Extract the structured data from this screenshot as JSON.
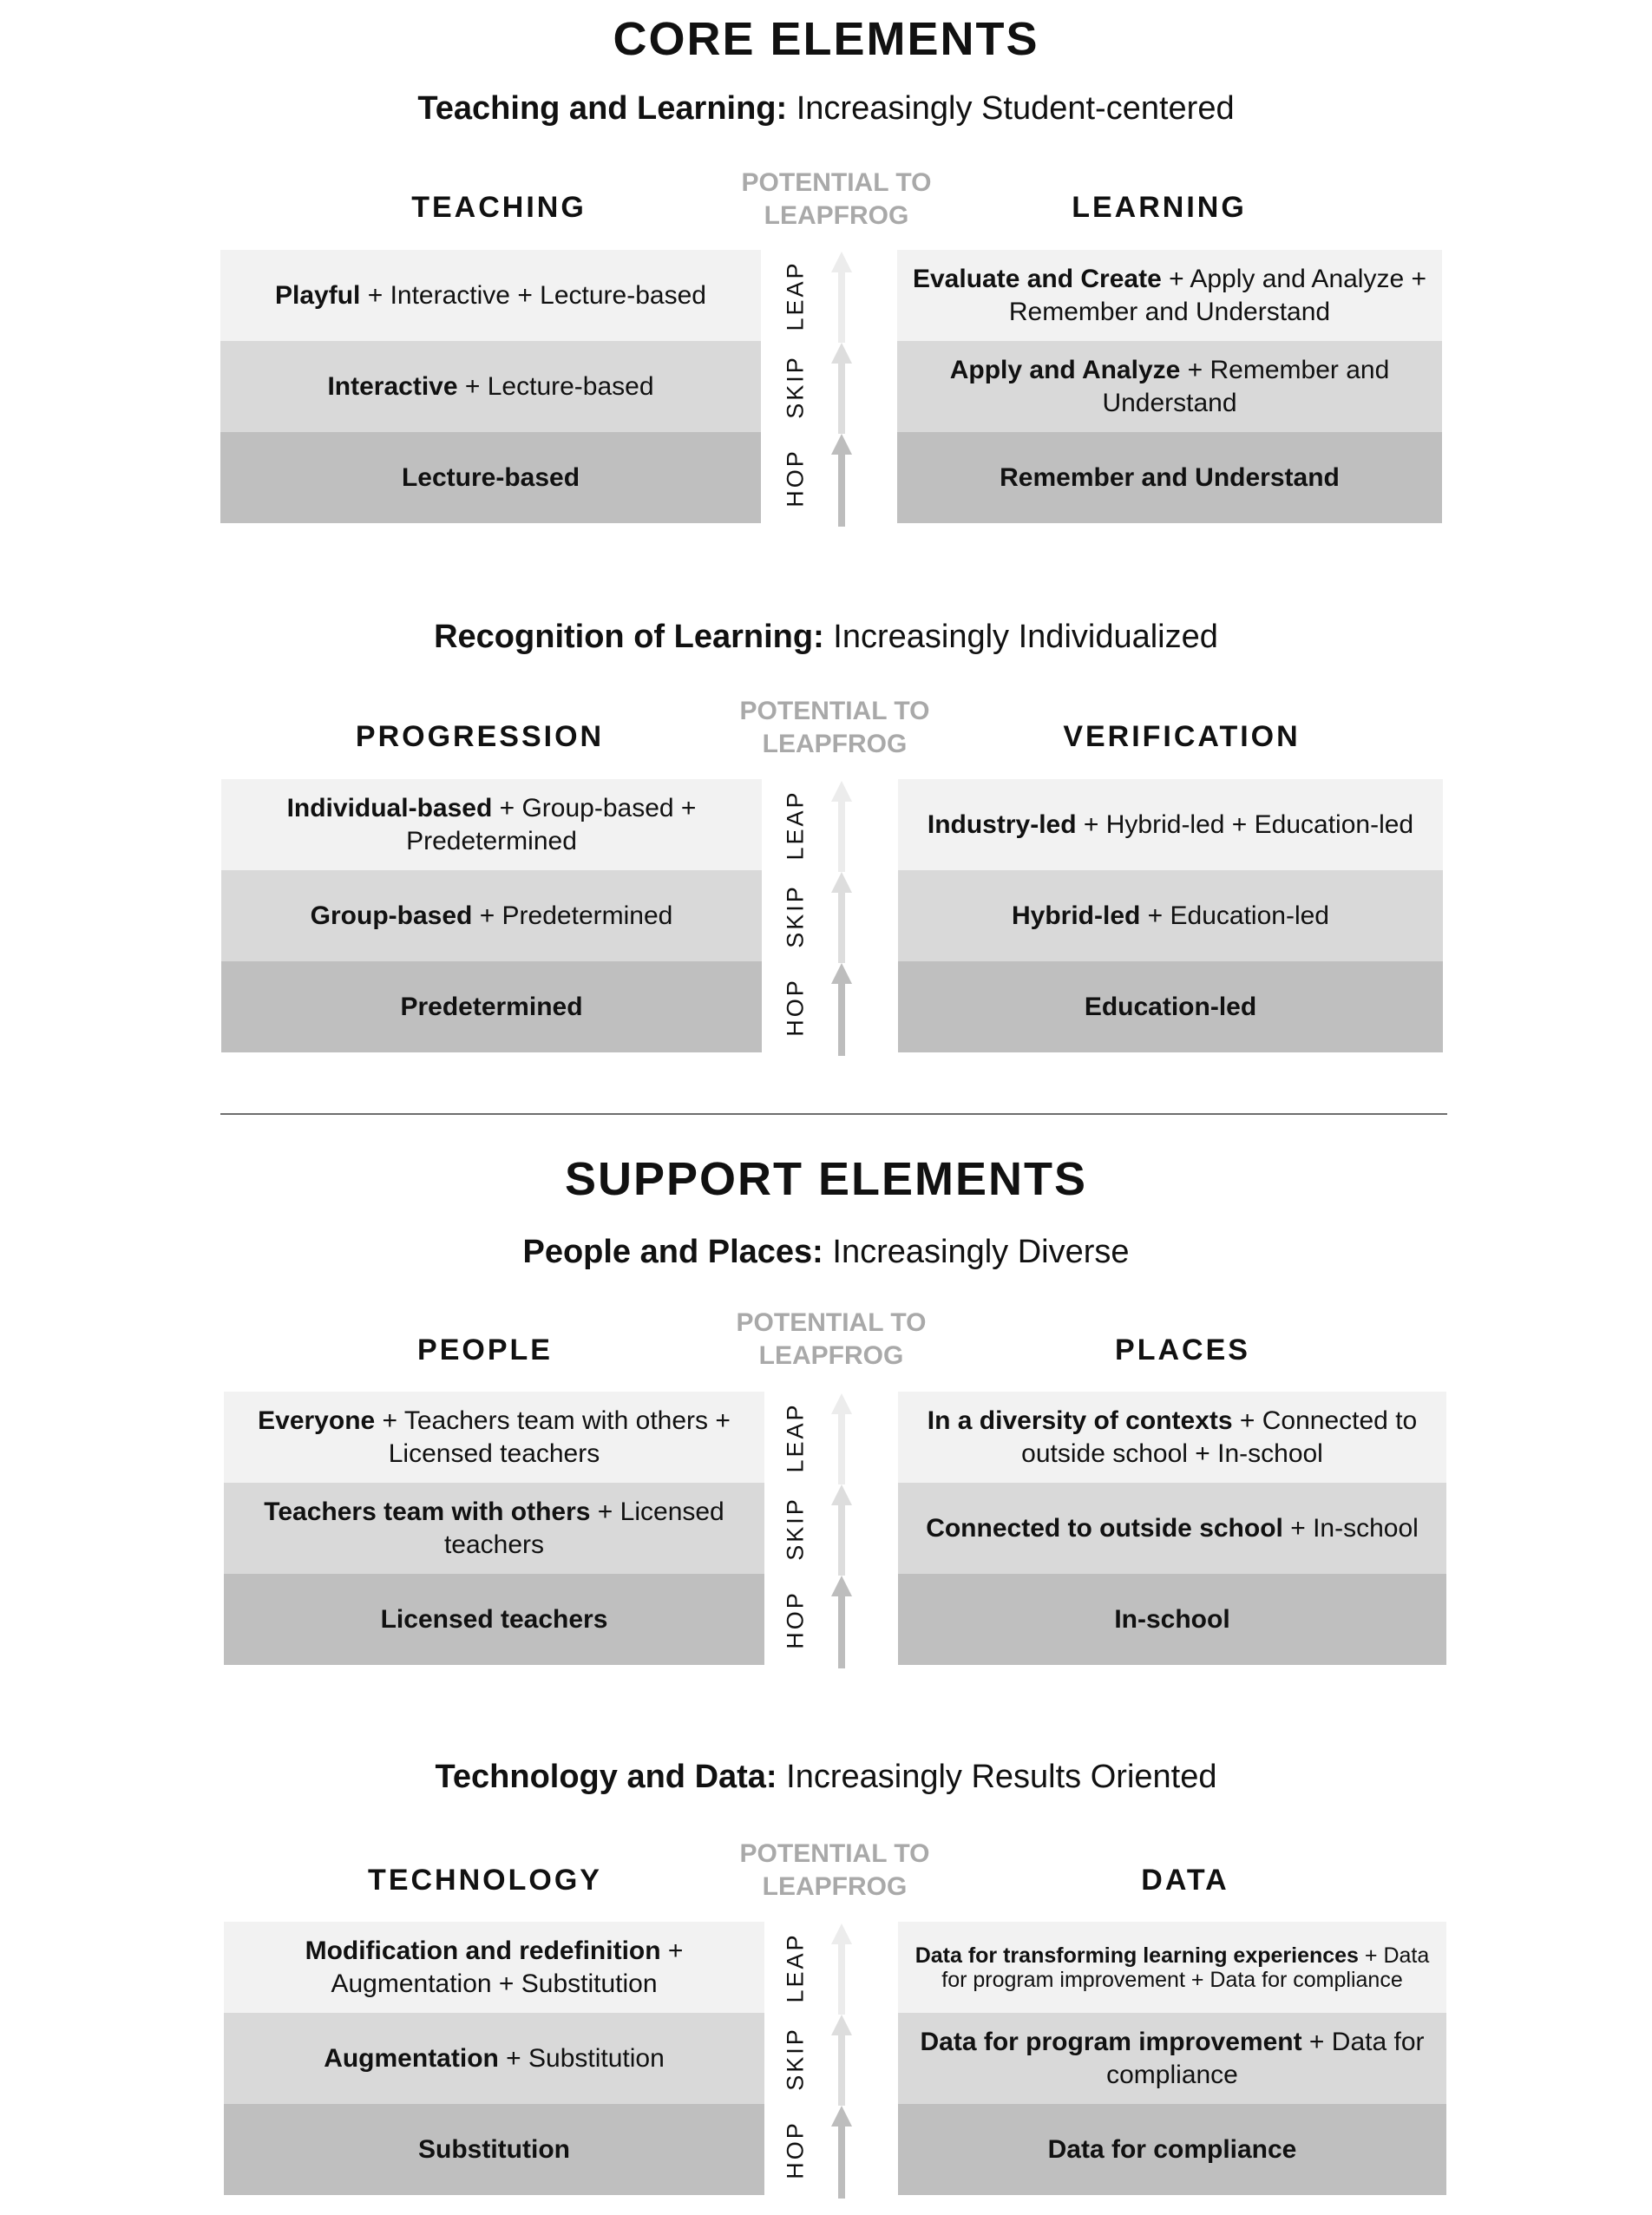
{
  "core_title": "CORE ELEMENTS",
  "support_title": "SUPPORT ELEMENTS",
  "sections": [
    {
      "title_bold": "Teaching and Learning:",
      "title_rest": " Increasingly Student-centered",
      "left_head": "TEACHING",
      "right_head": "LEARNING",
      "leapfrog": [
        "POTENTIAL TO",
        "LEAPFROG"
      ],
      "levels": [
        "LEAP",
        "SKIP",
        "HOP"
      ],
      "left": [
        {
          "b": "Playful",
          "t": " + Interactive + Lecture-based"
        },
        {
          "b": "Interactive",
          "t": " + Lecture-based"
        },
        {
          "b": "Lecture-based",
          "t": ""
        }
      ],
      "right": [
        {
          "b": "Evaluate and Create",
          "t": " + Apply and Analyze + Remember and Understand"
        },
        {
          "b": "Apply and Analyze",
          "t": " + Remember and Understand"
        },
        {
          "b": "Remember and Understand",
          "t": ""
        }
      ]
    },
    {
      "title_bold": "Recognition of Learning:",
      "title_rest": " Increasingly Individualized",
      "left_head": "PROGRESSION",
      "right_head": "VERIFICATION",
      "leapfrog": [
        "POTENTIAL TO",
        "LEAPFROG"
      ],
      "levels": [
        "LEAP",
        "SKIP",
        "HOP"
      ],
      "left": [
        {
          "b": "Individual-based",
          "t": " + Group-based + Predetermined"
        },
        {
          "b": "Group-based",
          "t": " + Predetermined"
        },
        {
          "b": "Predetermined",
          "t": ""
        }
      ],
      "right": [
        {
          "b": "Industry-led",
          "t": " + Hybrid-led + Education-led"
        },
        {
          "b": "Hybrid-led",
          "t": " + Education-led"
        },
        {
          "b": "Education-led",
          "t": ""
        }
      ]
    },
    {
      "title_bold": "People and Places:",
      "title_rest": " Increasingly Diverse",
      "left_head": "PEOPLE",
      "right_head": "PLACES",
      "leapfrog": [
        "POTENTIAL TO",
        "LEAPFROG"
      ],
      "levels": [
        "LEAP",
        "SKIP",
        "HOP"
      ],
      "left": [
        {
          "b": "Everyone",
          "t": " + Teachers team with others + Licensed teachers"
        },
        {
          "b": "Teachers team with others",
          "t": " + Licensed teachers"
        },
        {
          "b": "Licensed teachers",
          "t": ""
        }
      ],
      "right": [
        {
          "b": "In a diversity of contexts",
          "t": " + Connected to outside school + In-school"
        },
        {
          "b": "Connected to outside school",
          "t": " + In-school"
        },
        {
          "b": "In-school",
          "t": ""
        }
      ]
    },
    {
      "title_bold": "Technology and Data:",
      "title_rest": " Increasingly Results Oriented",
      "left_head": "TECHNOLOGY",
      "right_head": "DATA",
      "leapfrog": [
        "POTENTIAL TO",
        "LEAPFROG"
      ],
      "levels": [
        "LEAP",
        "SKIP",
        "HOP"
      ],
      "left": [
        {
          "b": "Modification and redefinition",
          "t": " + Augmentation + Substitution"
        },
        {
          "b": "Augmentation",
          "t": " + Substitution"
        },
        {
          "b": "Substitution",
          "t": ""
        }
      ],
      "right": [
        {
          "b": "Data for transforming learning experiences",
          "t": " + Data for program improvement + Data for compliance"
        },
        {
          "b": "Data for program improvement",
          "t": " + Data for compliance"
        },
        {
          "b": "Data for compliance",
          "t": ""
        }
      ]
    }
  ]
}
